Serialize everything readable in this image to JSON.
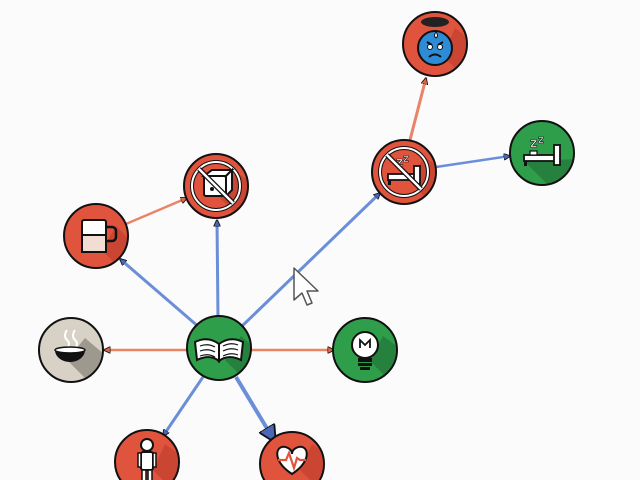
{
  "colors": {
    "background": "#fbfbfc",
    "red_node": "#e0533d",
    "green_node": "#2f9e4b",
    "beige_node": "#d8d2c6",
    "blue_edge": "#6a8fd8",
    "salmon_edge": "#e98467",
    "outline": "#111111"
  },
  "center_node": {
    "name": "reading-book",
    "icon": "open-book-icon",
    "color": "green"
  },
  "nodes": [
    {
      "name": "coffee-mug",
      "icon": "mug-icon",
      "color": "red"
    },
    {
      "name": "no-dice",
      "icon": "no-dice-icon",
      "color": "red"
    },
    {
      "name": "tea-cup",
      "icon": "steaming-cup-icon",
      "color": "beige"
    },
    {
      "name": "light-bulb",
      "icon": "light-bulb-icon",
      "color": "green"
    },
    {
      "name": "person",
      "icon": "person-icon",
      "color": "red"
    },
    {
      "name": "heart-rate",
      "icon": "heart-rate-icon",
      "color": "red"
    },
    {
      "name": "no-sleep",
      "icon": "no-sleep-bed-icon",
      "color": "red"
    },
    {
      "name": "stressed-face",
      "icon": "sweating-face-icon",
      "color": "red"
    },
    {
      "name": "sleep",
      "icon": "sleeping-bed-icon",
      "color": "green"
    }
  ],
  "edges": [
    {
      "from": "reading-book",
      "to": "coffee-mug",
      "color": "blue"
    },
    {
      "from": "reading-book",
      "to": "no-dice",
      "color": "blue"
    },
    {
      "from": "reading-book",
      "to": "tea-cup",
      "color": "salmon"
    },
    {
      "from": "reading-book",
      "to": "light-bulb",
      "color": "salmon"
    },
    {
      "from": "reading-book",
      "to": "person",
      "color": "blue"
    },
    {
      "from": "reading-book",
      "to": "heart-rate",
      "color": "blue"
    },
    {
      "from": "reading-book",
      "to": "no-sleep",
      "color": "blue"
    },
    {
      "from": "coffee-mug",
      "to": "no-dice",
      "color": "salmon"
    },
    {
      "from": "no-sleep",
      "to": "stressed-face",
      "color": "salmon"
    },
    {
      "from": "no-sleep",
      "to": "sleep",
      "color": "blue"
    }
  ],
  "cursor": {
    "icon": "mouse-cursor-icon"
  }
}
